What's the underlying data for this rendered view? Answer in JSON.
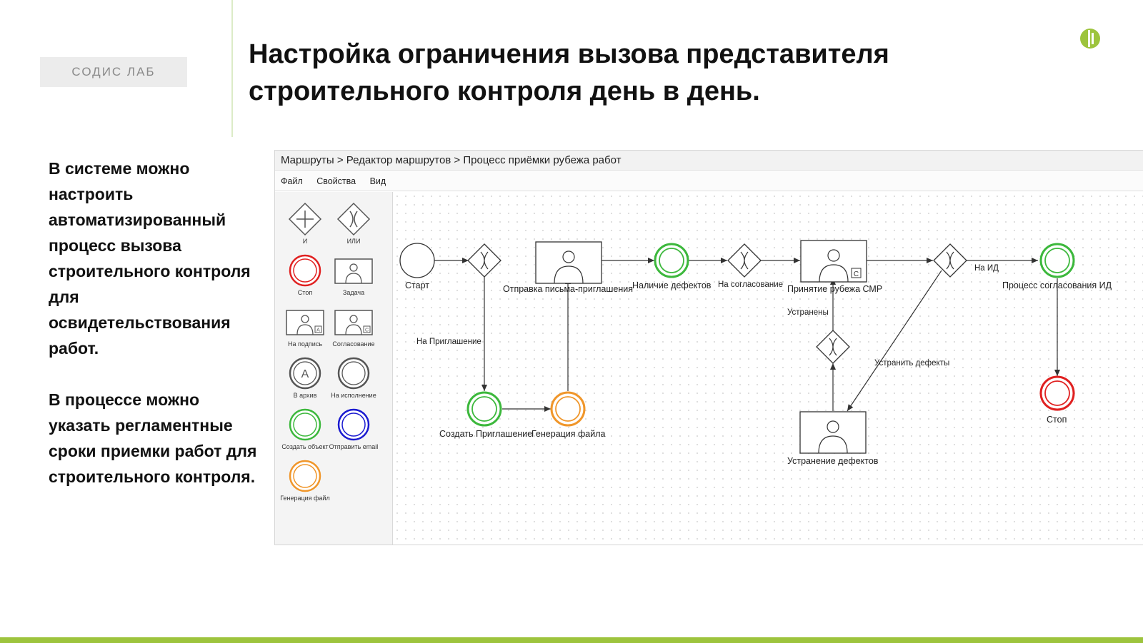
{
  "header": {
    "badge": "СОДИС ЛАБ",
    "title": "Настройка ограничения вызова представителя строительного контроля день в день."
  },
  "description": {
    "paragraph1": "В системе можно настроить автоматизированный процесс вызова строительного контроля для освидетельствования работ.",
    "paragraph2": "В процессе можно указать регламентные сроки приемки работ для строительного контроля."
  },
  "editor": {
    "breadcrumb": "Маршруты > Редактор маршрутов > Процесс приёмки рубежа работ",
    "menu": [
      "Файл",
      "Свойства",
      "Вид"
    ],
    "palette": [
      {
        "label": "И",
        "shape": "gateway-and",
        "color": "#555555"
      },
      {
        "label": "ИЛИ",
        "shape": "gateway-or",
        "color": "#555555"
      },
      {
        "label": "Стоп",
        "shape": "event",
        "color": "#e02020"
      },
      {
        "label": "Задача",
        "shape": "task",
        "color": "#555555"
      },
      {
        "label": "На подпись",
        "shape": "task-sign",
        "color": "#555555"
      },
      {
        "label": "Согласование",
        "shape": "task-approve",
        "color": "#555555"
      },
      {
        "label": "В архив",
        "shape": "event-archive",
        "color": "#555555"
      },
      {
        "label": "На исполнение",
        "shape": "event",
        "color": "#555555"
      },
      {
        "label": "Создать объект",
        "shape": "event",
        "color": "#3cb83c"
      },
      {
        "label": "Отправить email",
        "shape": "event",
        "color": "#1a1ad0"
      },
      {
        "label": "Генерация файл",
        "shape": "event",
        "color": "#f0962a"
      }
    ]
  },
  "diagram": {
    "nodes": {
      "start": "Старт",
      "send_invite": "Отправка письма-приглашения",
      "defects_check": "Наличие дефектов",
      "approval_gateway": "На согласование",
      "accept_smr": "Принятие рубежа СМР",
      "id_process": "Процесс согласования ИД",
      "create_invite": "Создать Приглашение",
      "generate_file": "Генерация файла",
      "fix_defects": "Устранение дефектов",
      "stop": "Стоп"
    },
    "edges": {
      "to_invite": "На Приглашение",
      "to_id": "На ИД",
      "fixed": "Устранены",
      "fix": "Устранить дефекты"
    },
    "colors": {
      "green": "#3cb83c",
      "orange": "#f0962a",
      "red": "#e02020",
      "stroke": "#333333"
    }
  },
  "footer": {
    "bar_color": "#9dc43d"
  }
}
